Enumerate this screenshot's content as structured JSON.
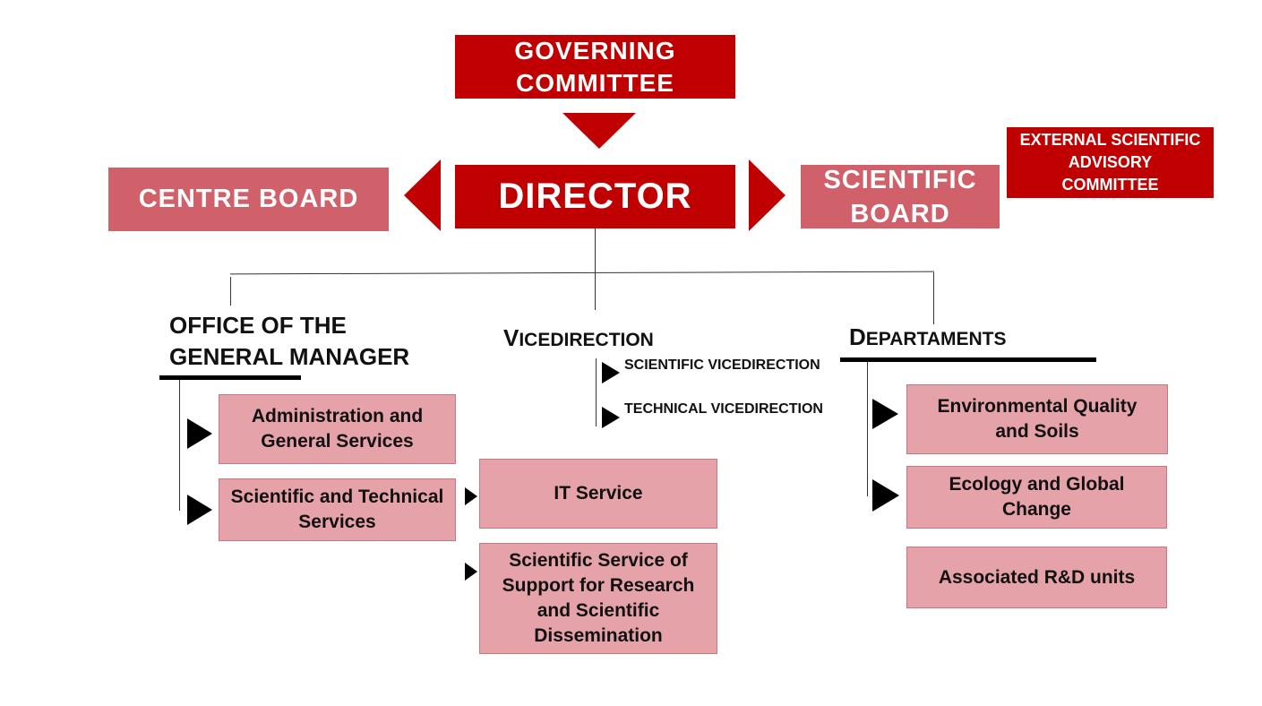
{
  "governing_committee": {
    "line1": "GOVERNING",
    "line2": "COMMITTEE"
  },
  "director": "DIRECTOR",
  "centre_board": "CENTRE BOARD",
  "scientific_board": {
    "line1": "SCIENTIFIC",
    "line2": "BOARD"
  },
  "external_committee": {
    "line1": "EXTERNAL SCIENTIFIC",
    "line2": "ADVISORY",
    "line3": "COMMITTEE"
  },
  "office": {
    "title_line1": "OFFICE OF THE",
    "title_line2": "GENERAL MANAGER",
    "items": [
      {
        "line1": "Administration and",
        "line2": "General Services"
      },
      {
        "line1": "Scientific and Technical",
        "line2": "Services"
      }
    ]
  },
  "services": [
    {
      "line1": "IT Service"
    },
    {
      "line1": "Scientific Service of",
      "line2": "Support for Research",
      "line3": "and Scientific",
      "line4": "Dissemination"
    }
  ],
  "vicedirection": {
    "title_cap": "V",
    "title_rest": "ICEDIRECTION",
    "items": [
      "SCIENTIFIC VICEDIRECTION",
      "TECHNICAL VICEDIRECTION"
    ]
  },
  "departments": {
    "title_cap": "D",
    "title_rest": "EPARTAMENTS",
    "items": [
      {
        "line1": "Environmental Quality",
        "line2": "and Soils"
      },
      {
        "line1": "Ecology and Global",
        "line2": "Change"
      },
      {
        "line1": "Associated R&D units"
      }
    ]
  },
  "colors": {
    "primary": "#c00000",
    "secondary": "#d0606a",
    "light": "#e5a2a8"
  }
}
